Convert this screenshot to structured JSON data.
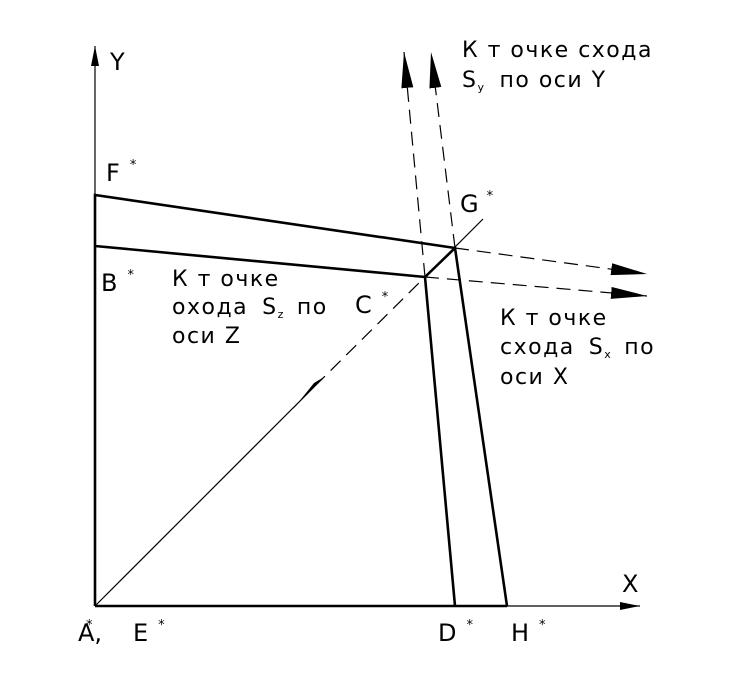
{
  "axes": {
    "x": "X",
    "y": "Y"
  },
  "points": {
    "F": "F",
    "B": "B",
    "C": "C",
    "G": "G",
    "A": "A,",
    "E": "E",
    "D": "D",
    "H": "H",
    "star": "*"
  },
  "notes": {
    "sy": {
      "line1": "К  т очке  схода",
      "letter": "S",
      "sub": "y",
      "rest": "по  оси  Y"
    },
    "sz": {
      "line1": "К  т очке",
      "line2_pre": "охода",
      "letter": "S",
      "sub": "z",
      "line2_post": "по",
      "line3": "оси  Z"
    },
    "sx": {
      "line1": "К  т очке",
      "line2_pre": "схода",
      "letter": "S",
      "sub": "x",
      "line2_post": "по",
      "line3": "оси  X"
    }
  }
}
